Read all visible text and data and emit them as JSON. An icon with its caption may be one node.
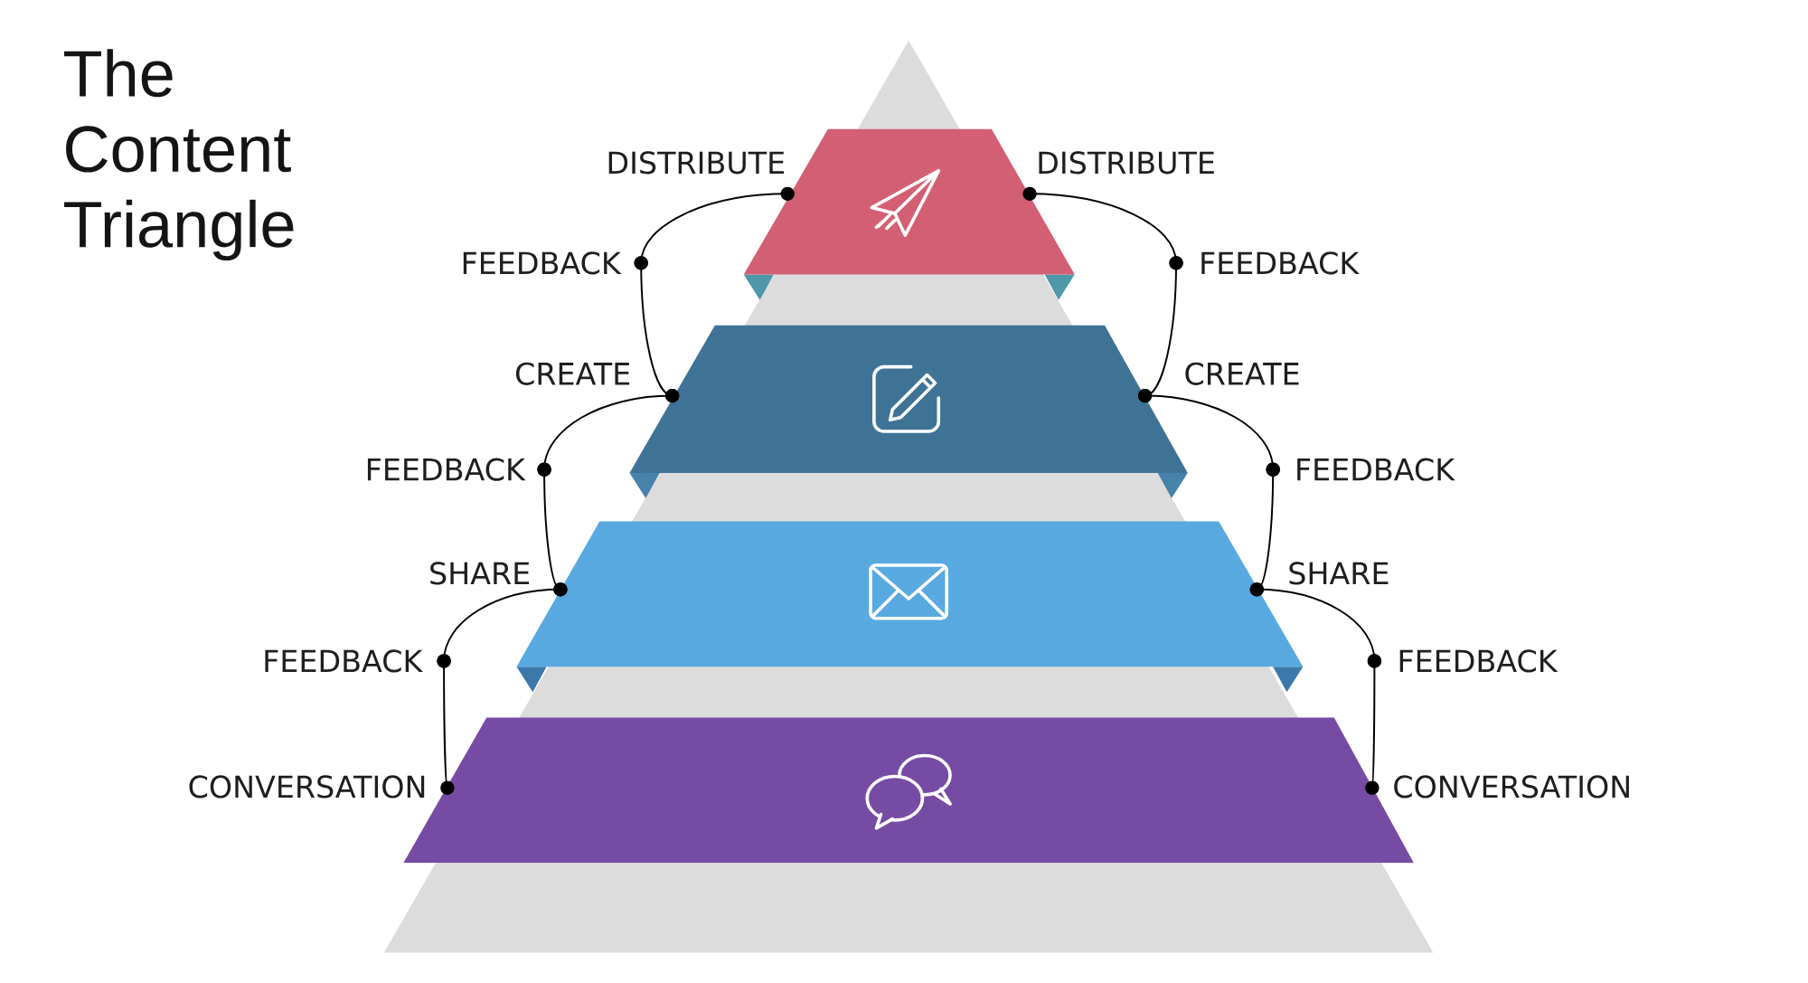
{
  "diagram": {
    "title": "The Content Triangle",
    "nodes": [
      {
        "text": [
          "DISTRIBUTE"
        ]
      },
      {
        "text": [
          "DISTRIBUTE"
        ]
      },
      {
        "text": [
          "FEEDBACK"
        ]
      },
      {
        "text": [
          "FEEDBACK"
        ]
      },
      {
        "text": [
          "CREATE"
        ]
      },
      {
        "text": [
          "CREATE"
        ]
      },
      {
        "text": [
          "FEEDBACK"
        ]
      },
      {
        "text": [
          "FEEDBACK"
        ]
      },
      {
        "text": [
          "SHARE"
        ]
      },
      {
        "text": [
          "SHARE"
        ]
      },
      {
        "text": [
          "FEEDBACK"
        ]
      },
      {
        "text": [
          "FEEDBACK"
        ]
      },
      {
        "text": [
          "CONVERSATION"
        ]
      },
      {
        "text": [
          "CONVERSATION"
        ]
      }
    ],
    "edges": [
      {
        "from": 0,
        "to": 2,
        "arrow": "other"
      },
      {
        "from": 2,
        "to": 4,
        "arrow": "other"
      },
      {
        "from": 4,
        "to": 6,
        "arrow": "other"
      },
      {
        "from": 6,
        "to": 8,
        "arrow": "other"
      },
      {
        "from": 8,
        "to": 10,
        "arrow": "other"
      },
      {
        "from": 10,
        "to": 12,
        "arrow": "other"
      },
      {
        "from": 1,
        "to": 3,
        "arrow": "other"
      },
      {
        "from": 3,
        "to": 5,
        "arrow": "other"
      },
      {
        "from": 5,
        "to": 7,
        "arrow": "other"
      },
      {
        "from": 7,
        "to": 9,
        "arrow": "other"
      },
      {
        "from": 9,
        "to": 11,
        "arrow": "other"
      },
      {
        "from": 11,
        "to": 13,
        "arrow": "other"
      }
    ]
  }
}
